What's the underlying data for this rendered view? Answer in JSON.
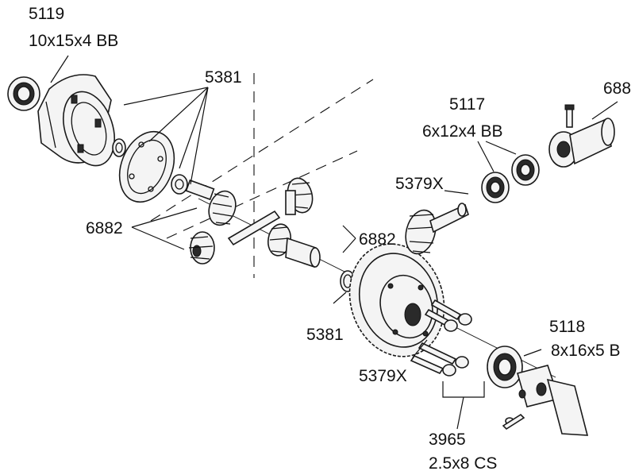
{
  "labels": {
    "bearing_5119_part": "5119",
    "bearing_5119_size": "10x15x4 BB",
    "housing_5381_top": "5381",
    "pin_688_part": "688",
    "bearing_5117_part": "5117",
    "bearing_5117_size": "6x12x4 BB",
    "gear_5379x_top": "5379X",
    "gear_6882_left": "6882",
    "gear_6882_mid": "6882",
    "washer_5381_bottom": "5381",
    "bearing_5118_part": "5118",
    "bearing_5118_size": "8x16x5 B",
    "ringgear_5379x_bottom": "5379X",
    "screw_3965_part": "3965",
    "screw_3965_size": "2.5x8 CS"
  }
}
